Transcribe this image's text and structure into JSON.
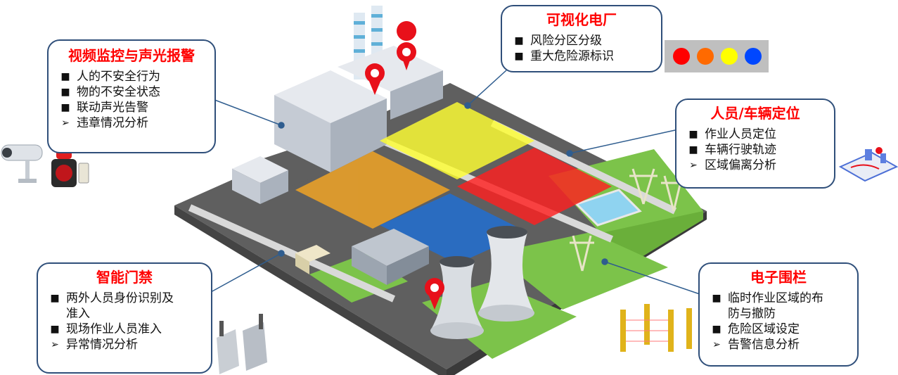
{
  "callouts": {
    "video": {
      "title": "视频监控与声光报警",
      "items": [
        {
          "bullet": "■",
          "text": "人的不安全行为"
        },
        {
          "bullet": "■",
          "text": "物的不安全状态"
        },
        {
          "bullet": "■",
          "text": "联动声光告警"
        },
        {
          "bullet": "➢",
          "text": "违章情况分析"
        }
      ]
    },
    "visual_plant": {
      "title": "可视化电厂",
      "items": [
        {
          "bullet": "■",
          "text": "风险分区分级"
        },
        {
          "bullet": "■",
          "text": "重大危险源标识"
        }
      ]
    },
    "positioning": {
      "title": "人员/车辆定位",
      "items": [
        {
          "bullet": "■",
          "text": "作业人员定位"
        },
        {
          "bullet": "■",
          "text": "车辆行驶轨迹"
        },
        {
          "bullet": "➢",
          "text": "区域偏离分析"
        }
      ]
    },
    "access": {
      "title": "智能门禁",
      "items": [
        {
          "bullet": "■",
          "text": "两外人员身份识别及"
        },
        {
          "bullet": "",
          "text": "准入"
        },
        {
          "bullet": "■",
          "text": "现场作业人员准入"
        },
        {
          "bullet": "➢",
          "text": "异常情况分析"
        }
      ]
    },
    "fence": {
      "title": "电子围栏",
      "items": [
        {
          "bullet": "■",
          "text": "临时作业区域的布"
        },
        {
          "bullet": "",
          "text": "防与撤防"
        },
        {
          "bullet": "■",
          "text": "危险区域设定"
        },
        {
          "bullet": "➢",
          "text": "告警信息分析"
        }
      ]
    }
  },
  "risk_legend": {
    "colors": [
      "#ff0000",
      "#ff6a00",
      "#ffff00",
      "#0047ff"
    ]
  },
  "colors": {
    "title_red": "#ff0000",
    "border": "#2f4f7a",
    "ground_green": "#7cc34a",
    "zone_red": "#ff2020",
    "zone_orange": "#f5a623",
    "zone_yellow": "#ffff33",
    "zone_blue": "#1f6fd6",
    "pin_red": "#e8101a"
  },
  "icons": {
    "location_pin": "map-pin-icon",
    "camera": "security-camera-icon",
    "alarm": "sound-light-alarm-icon",
    "gate": "turnstile-gate-icon",
    "fence": "infrared-fence-icon",
    "map": "positioning-map-icon"
  }
}
